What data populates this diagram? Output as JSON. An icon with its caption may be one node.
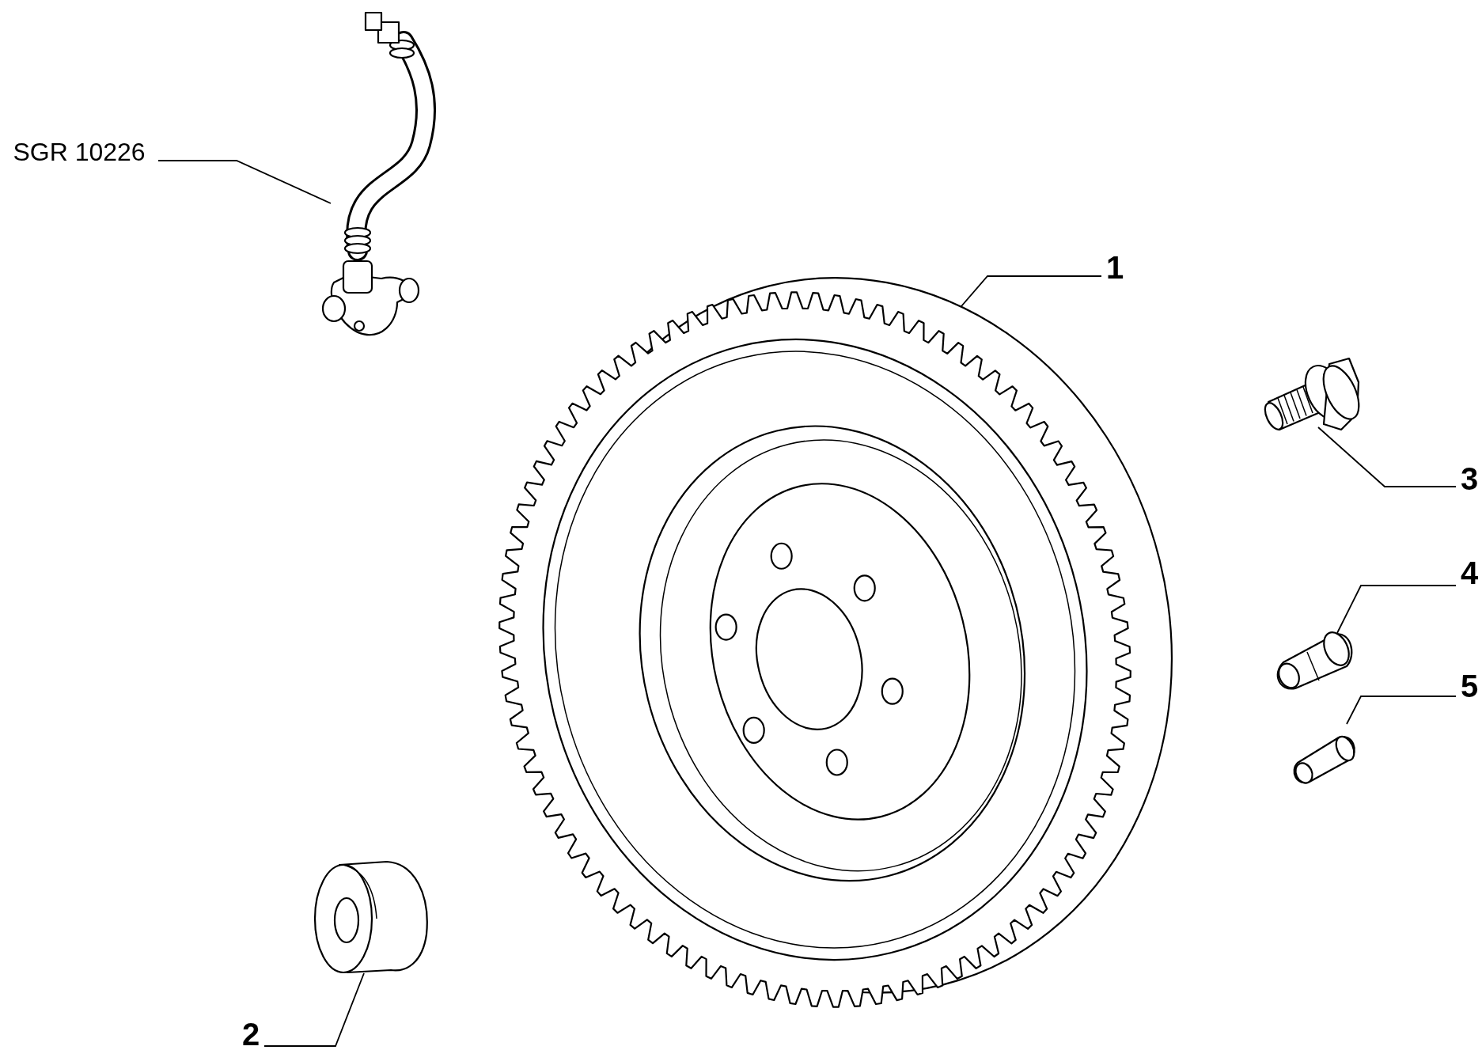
{
  "diagram": {
    "nodes": [
      {
        "text": [
          "SGR 10226"
        ]
      },
      {
        "text": [],
        "shape": "picture"
      },
      {
        "text": [
          "1"
        ]
      },
      {
        "text": [],
        "shape": "picture"
      },
      {
        "text": [
          "3"
        ]
      },
      {
        "text": [],
        "shape": "picture"
      },
      {
        "text": [
          "4"
        ]
      },
      {
        "text": [],
        "shape": "picture"
      },
      {
        "text": [
          "5"
        ]
      },
      {
        "text": [],
        "shape": "picture"
      },
      {
        "text": [
          "2"
        ]
      },
      {
        "text": [],
        "shape": "picture"
      }
    ],
    "edges": [
      {
        "from": 0,
        "to": 1,
        "arrow": "none"
      },
      {
        "from": 2,
        "to": 3,
        "arrow": "none"
      },
      {
        "from": 4,
        "to": 5,
        "arrow": "none"
      },
      {
        "from": 6,
        "to": 7,
        "arrow": "none"
      },
      {
        "from": 8,
        "to": 9,
        "arrow": "none"
      },
      {
        "from": 10,
        "to": 11,
        "arrow": "none"
      }
    ]
  }
}
